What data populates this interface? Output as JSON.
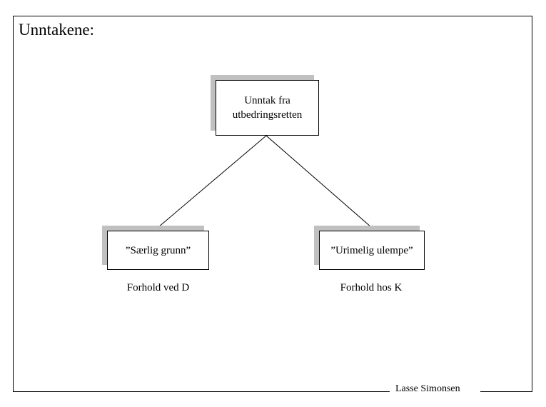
{
  "slide": {
    "title": "Unntakene:",
    "footer_signature": "Lasse Simonsen"
  },
  "diagram": {
    "nodes": [
      {
        "id": "unntak-fra-utbedringsretten",
        "line1": "Unntak fra",
        "line2": "utbedringsretten"
      },
      {
        "id": "saerlig-grunn",
        "label": "”Særlig grunn”"
      },
      {
        "id": "urimelig-ulempe",
        "label": "”Urimelig ulempe”"
      }
    ],
    "captions": {
      "left": "Forhold ved D",
      "right": "Forhold hos K"
    }
  },
  "colors": {
    "background": "#ffffff",
    "line": "#000000",
    "box_fill": "#ffffff",
    "box_shadow": "#c0c0c0",
    "text": "#000000"
  }
}
